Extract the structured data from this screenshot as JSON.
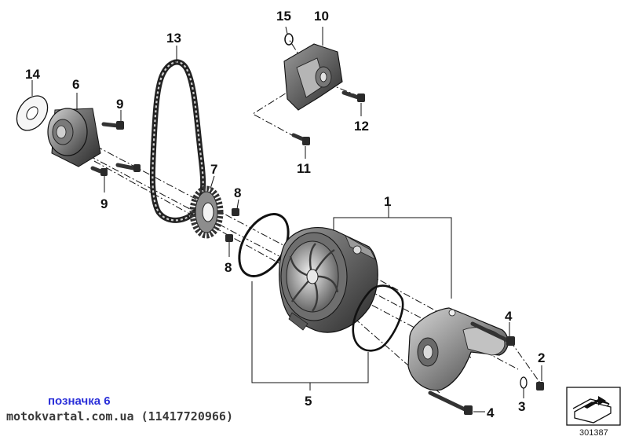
{
  "diagram": {
    "callouts": [
      "1",
      "2",
      "3",
      "4",
      "4",
      "5",
      "6",
      "7",
      "8",
      "8",
      "9",
      "9",
      "10",
      "11",
      "12",
      "13",
      "14",
      "15"
    ],
    "sheet_number": "301387"
  },
  "footer": {
    "caption": "позначка 6",
    "site": "motokvartal.com.ua (11417720966)"
  },
  "colors": {
    "caption": "#2b30d9",
    "lines": "#111111",
    "parts_dark": "#3c3c3c",
    "parts_light": "#9a9a9a"
  }
}
